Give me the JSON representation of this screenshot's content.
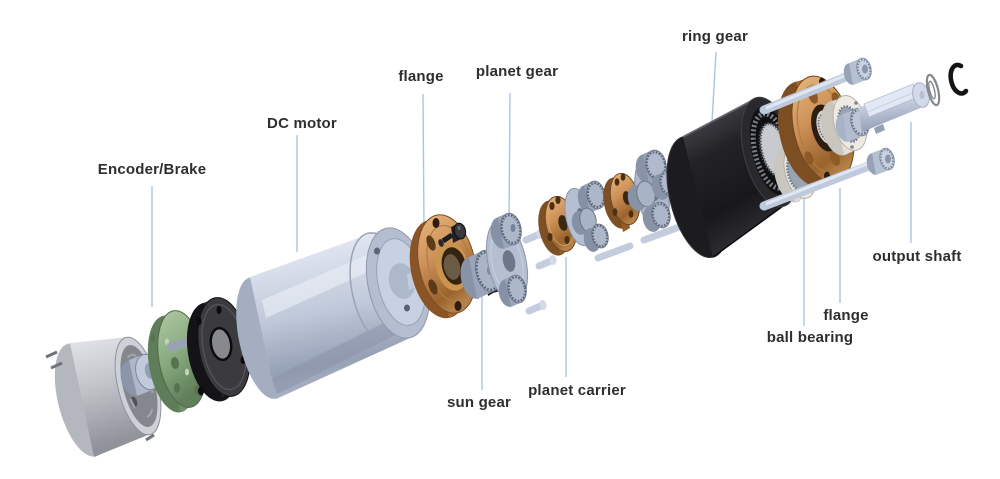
{
  "diagram": {
    "type": "exploded-view",
    "subject": "planetary DC gearmotor assembly",
    "labels": [
      {
        "id": "encoder-brake",
        "text": "Encoder/Brake"
      },
      {
        "id": "dc-motor",
        "text": "DC motor"
      },
      {
        "id": "flange-left",
        "text": "flange"
      },
      {
        "id": "planet-gear",
        "text": "planet gear"
      },
      {
        "id": "ring-gear",
        "text": "ring gear"
      },
      {
        "id": "output-shaft",
        "text": "output shaft"
      },
      {
        "id": "flange-right",
        "text": "flange"
      },
      {
        "id": "ball-bearing",
        "text": "ball bearing"
      },
      {
        "id": "planet-carrier",
        "text": "planet carrier"
      },
      {
        "id": "sun-gear",
        "text": "sun gear"
      }
    ],
    "colors": {
      "background": "#ffffff",
      "label_text": "#2e2e2e",
      "leader_line": "#a8c6e2",
      "motor_body": "#c6cede",
      "bronze": "#cd9159",
      "pcb_green": "#85a97f",
      "ring_gear_black": "#222226",
      "steel_gray": "#b9bcc2",
      "shaft_blue": "#c3cdde"
    }
  }
}
